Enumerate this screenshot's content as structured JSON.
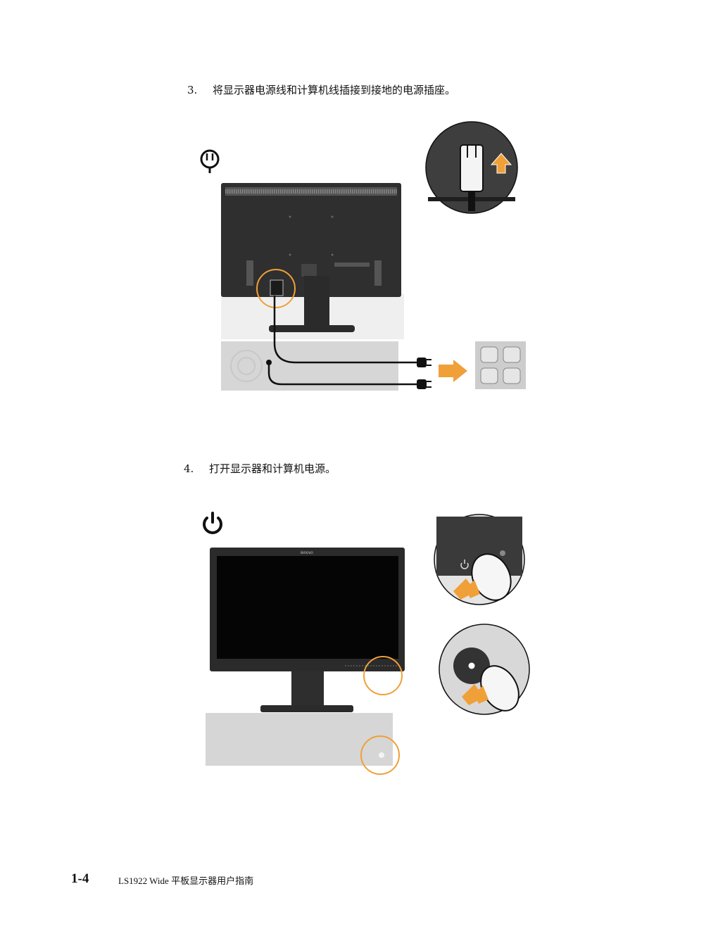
{
  "steps": [
    {
      "number": "3.",
      "text": "将显示器电源线和计算机线插接到接地的电源插座。"
    },
    {
      "number": "4.",
      "text": "打开显示器和计算机电源。"
    }
  ],
  "monitor_brand": "lenovo",
  "icons": {
    "step3": [
      "power-plug-icon",
      "arrow-right-icon",
      "arrow-up-icon",
      "power-outlet-icon"
    ],
    "step4": [
      "power-button-icon",
      "arrow-up-icon"
    ]
  },
  "colors": {
    "accent_orange": "#f0a038",
    "monitor_body": "#2b2b2b",
    "screen": "#050505",
    "pc_case": "#d6d6d6"
  },
  "footer": {
    "page_number": "1-4",
    "doc_title": "LS1922 Wide 平板显示器用户指南"
  }
}
